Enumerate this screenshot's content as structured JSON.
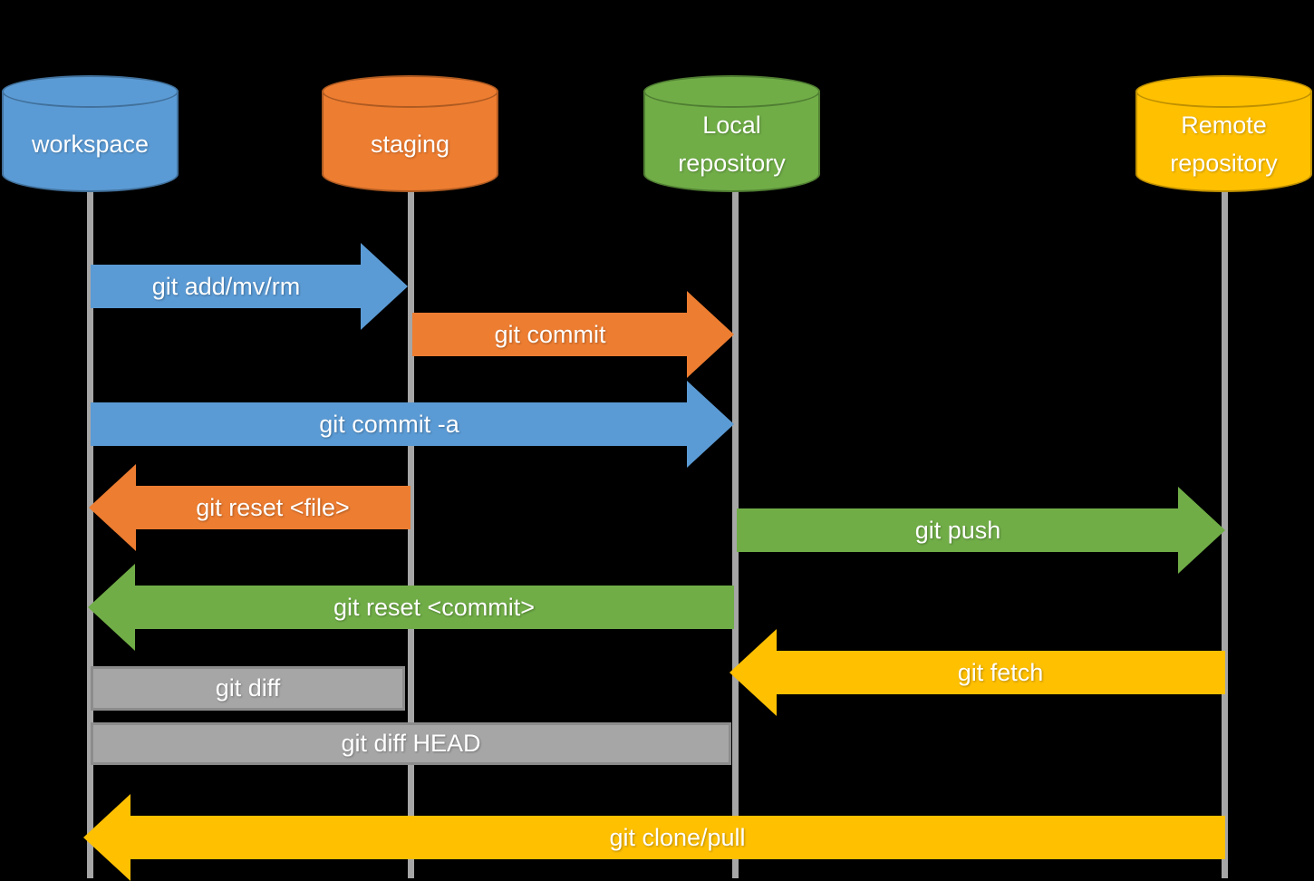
{
  "background_color": "#000000",
  "lifeline_color": "#A6A6A6",
  "nodes": [
    {
      "id": "workspace",
      "label": "workspace",
      "fill": "#5B9BD5",
      "stroke": "#41719C"
    },
    {
      "id": "staging",
      "label": "staging",
      "fill": "#ED7D31",
      "stroke": "#AE5A21"
    },
    {
      "id": "local-repository",
      "label": "Local repository",
      "fill": "#70AD47",
      "stroke": "#507E32"
    },
    {
      "id": "remote-repository",
      "label": "Remote repository",
      "fill": "#FFC000",
      "stroke": "#BF9000"
    }
  ],
  "commands": [
    {
      "label": "git add/mv/rm",
      "from": "workspace",
      "to": "staging",
      "color": "#5B9BD5",
      "shape": "arrow-right"
    },
    {
      "label": "git commit",
      "from": "staging",
      "to": "local-repository",
      "color": "#ED7D31",
      "shape": "arrow-right"
    },
    {
      "label": "git commit -a",
      "from": "workspace",
      "to": "local-repository",
      "color": "#5B9BD5",
      "shape": "arrow-right"
    },
    {
      "label": "git reset <file>",
      "from": "staging",
      "to": "workspace",
      "color": "#ED7D31",
      "shape": "arrow-left"
    },
    {
      "label": "git push",
      "from": "local-repository",
      "to": "remote-repository",
      "color": "#70AD47",
      "shape": "arrow-right"
    },
    {
      "label": "git reset <commit>",
      "from": "local-repository",
      "to": "workspace",
      "color": "#70AD47",
      "shape": "arrow-left"
    },
    {
      "label": "git fetch",
      "from": "remote-repository",
      "to": "local-repository",
      "color": "#FFC000",
      "shape": "arrow-left"
    },
    {
      "label": "git diff",
      "from": "workspace",
      "to": "staging",
      "color": "#A6A6A6",
      "shape": "bar"
    },
    {
      "label": "git diff HEAD",
      "from": "workspace",
      "to": "local-repository",
      "color": "#A6A6A6",
      "shape": "bar"
    },
    {
      "label": "git clone/pull",
      "from": "remote-repository",
      "to": "workspace",
      "color": "#FFC000",
      "shape": "arrow-left"
    }
  ]
}
